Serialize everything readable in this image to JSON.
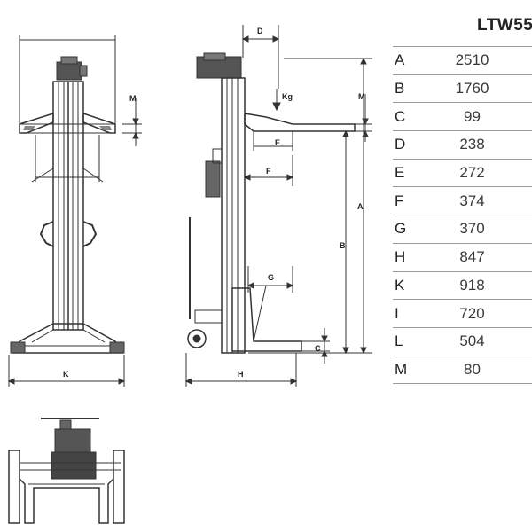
{
  "model": "LTW55",
  "specs": [
    {
      "letter": "A",
      "value": "2510"
    },
    {
      "letter": "B",
      "value": "1760"
    },
    {
      "letter": "C",
      "value": "99"
    },
    {
      "letter": "D",
      "value": "238"
    },
    {
      "letter": "E",
      "value": "272"
    },
    {
      "letter": "F",
      "value": "374"
    },
    {
      "letter": "G",
      "value": "370"
    },
    {
      "letter": "H",
      "value": "847"
    },
    {
      "letter": "K",
      "value": "918"
    },
    {
      "letter": "I",
      "value": "720"
    },
    {
      "letter": "L",
      "value": "504"
    },
    {
      "letter": "M",
      "value": "80"
    }
  ],
  "drawing_labels": {
    "K": "K",
    "H": "H",
    "D": "D",
    "E": "E",
    "F": "F",
    "G": "G",
    "A": "A",
    "B": "B",
    "C": "C",
    "M_front": "M",
    "M_side": "M",
    "kg": "Kg"
  },
  "colors": {
    "line": "#333333",
    "table_border": "#9a9a9a",
    "text": "#222222"
  }
}
